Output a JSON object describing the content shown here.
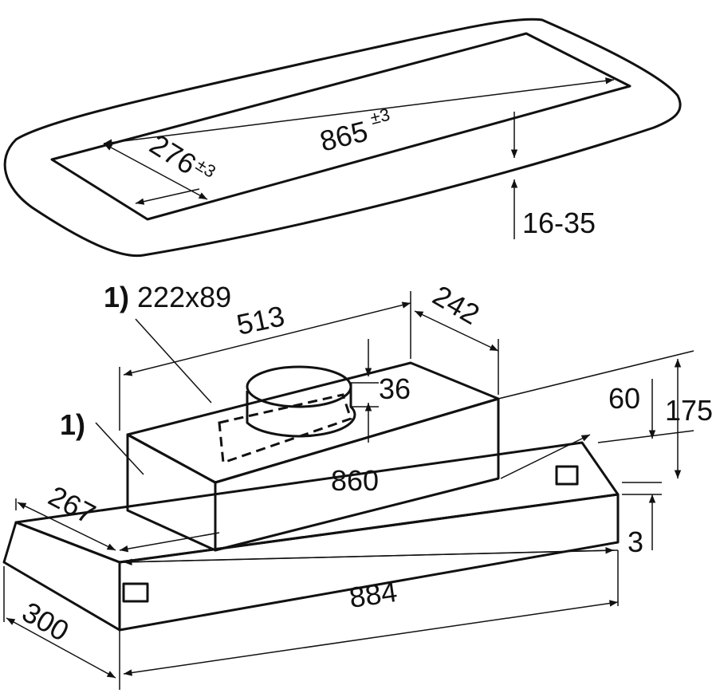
{
  "colors": {
    "line": "#111111",
    "fill_gray": "#e6e6e6",
    "background": "#ffffff"
  },
  "cutout": {
    "length": "865",
    "length_tol": "±3",
    "width": "276",
    "width_tol": "±3",
    "thickness": "16-35"
  },
  "hood": {
    "duct_label": "1)",
    "duct_size": "222x89",
    "box_length": "513",
    "box_depth": "242",
    "duct_height": "36",
    "height_front": "60",
    "height_total": "175",
    "inner_length": "860",
    "side_label": "1)",
    "inner_depth": "267",
    "plate_thickness": "3",
    "total_length": "884",
    "total_depth": "300"
  }
}
